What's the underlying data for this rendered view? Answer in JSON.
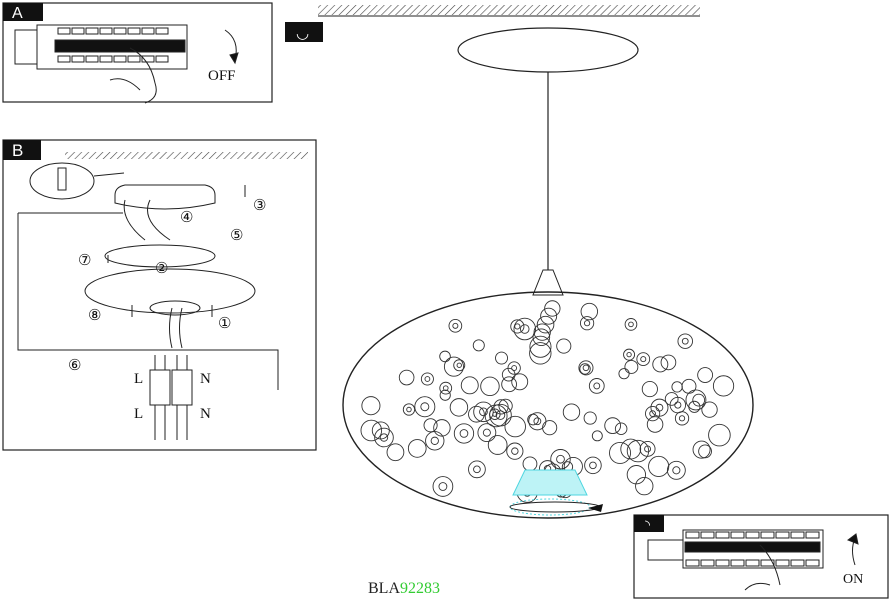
{
  "panels": {
    "a": {
      "label": "A",
      "action": "OFF"
    },
    "b": {
      "label": "B",
      "steps": [
        "①",
        "②",
        "③",
        "④",
        "⑤",
        "⑥",
        "⑦",
        "⑧"
      ],
      "wiring": {
        "left_top": "L",
        "right_top": "N",
        "left_bottom": "L",
        "right_bottom": "N"
      }
    },
    "c": {
      "label": "◡",
      "badge": "◡"
    },
    "d": {
      "label": "◝",
      "action": "ON"
    }
  },
  "model": {
    "prefix": "BLA",
    "number": "92283"
  },
  "colors": {
    "number": "#33cc33",
    "bulb": "#4fd6e0",
    "ink": "#111111"
  }
}
